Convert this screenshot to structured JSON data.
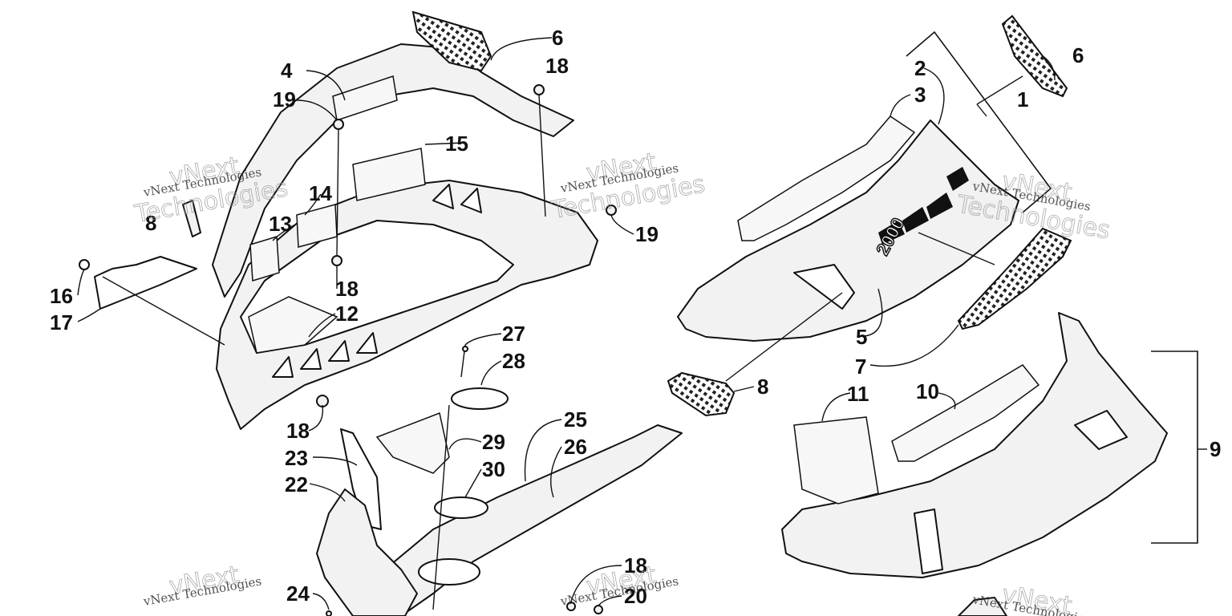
{
  "watermark": {
    "text_small": "vNext Technologies",
    "text_large_1": "vNext",
    "text_large_2": "Technologies"
  },
  "callouts": [
    {
      "id": "c6a",
      "label": "6"
    },
    {
      "id": "c18a",
      "label": "18"
    },
    {
      "id": "c4",
      "label": "4"
    },
    {
      "id": "c19a",
      "label": "19"
    },
    {
      "id": "c15",
      "label": "15"
    },
    {
      "id": "c14",
      "label": "14"
    },
    {
      "id": "c13",
      "label": "13"
    },
    {
      "id": "c8a",
      "label": "8"
    },
    {
      "id": "c19b",
      "label": "19"
    },
    {
      "id": "c18b",
      "label": "18"
    },
    {
      "id": "c12",
      "label": "12"
    },
    {
      "id": "c16",
      "label": "16"
    },
    {
      "id": "c17",
      "label": "17"
    },
    {
      "id": "c18c",
      "label": "18"
    },
    {
      "id": "c27",
      "label": "27"
    },
    {
      "id": "c28",
      "label": "28"
    },
    {
      "id": "c25",
      "label": "25"
    },
    {
      "id": "c26",
      "label": "26"
    },
    {
      "id": "c23",
      "label": "23"
    },
    {
      "id": "c29",
      "label": "29"
    },
    {
      "id": "c22",
      "label": "22"
    },
    {
      "id": "c30",
      "label": "30"
    },
    {
      "id": "c24",
      "label": "24"
    },
    {
      "id": "c18d",
      "label": "18"
    },
    {
      "id": "c20",
      "label": "20"
    },
    {
      "id": "c2",
      "label": "2"
    },
    {
      "id": "c6b",
      "label": "6"
    },
    {
      "id": "c3",
      "label": "3"
    },
    {
      "id": "c1",
      "label": "1"
    },
    {
      "id": "c5",
      "label": "5"
    },
    {
      "id": "c7",
      "label": "7"
    },
    {
      "id": "c8b",
      "label": "8"
    },
    {
      "id": "c11",
      "label": "11"
    },
    {
      "id": "c10",
      "label": "10"
    },
    {
      "id": "c9",
      "label": "9"
    }
  ],
  "hood_decal_text": "2000"
}
